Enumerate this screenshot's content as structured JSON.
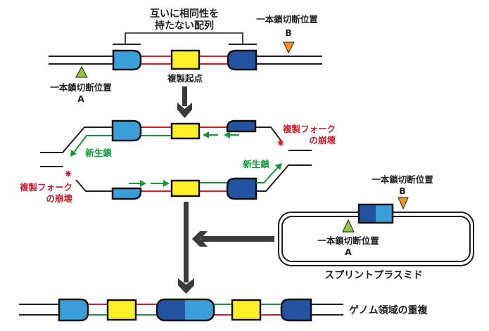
{
  "colors": {
    "light_blue": "#3a9fd8",
    "dark_blue": "#2453a2",
    "yellow": "#fff02a",
    "red_strand": "#d21c2a",
    "green_strand": "#14963a",
    "arrow_gray": "#3d3a3a",
    "triangle_a": "#8dc63f",
    "triangle_b": "#f7941d",
    "red_text": "#c8202e"
  },
  "top": {
    "bracket_label_line1": "互いに相同性を",
    "bracket_label_line2": "持たない配列",
    "origin_label": "複製起点",
    "nick_a_label": "一本鎖切断位置",
    "nick_a_letter": "A",
    "nick_b_label": "一本鎖切断位置",
    "nick_b_letter": "B"
  },
  "middle": {
    "fork_collapse_right_line1": "複製フォーク",
    "fork_collapse_right_line2": "の崩壊",
    "fork_collapse_left_line1": "複製フォーク",
    "fork_collapse_left_line2": "の崩壊",
    "nascent_strand_left": "新生鎖",
    "nascent_strand_right": "新生鎖"
  },
  "plasmid": {
    "title": "スプリントプラスミド",
    "nick_a_label": "一本鎖切断位置",
    "nick_a_letter": "A",
    "nick_b_label": "一本鎖切断位置",
    "nick_b_letter": "B"
  },
  "bottom": {
    "result_label": "ゲノム領域の重複"
  }
}
